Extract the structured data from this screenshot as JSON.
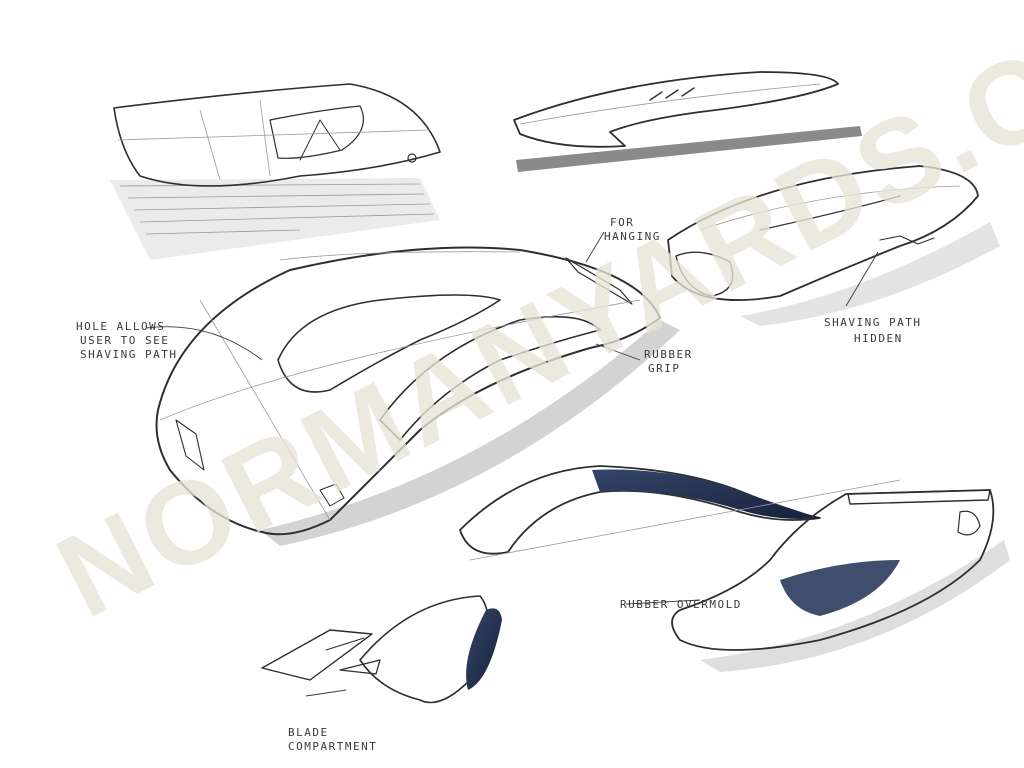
{
  "watermark": "NORMANYARDS.COM",
  "annotations": {
    "for_hanging": [
      "FOR",
      "HANGING"
    ],
    "hole_allows": [
      "HOLE ALLOWS",
      "USER TO SEE",
      "SHAVING PATH"
    ],
    "rubber_grip": [
      "RUBBER",
      "GRIP"
    ],
    "shaving_path_hidden": [
      "SHAVING PATH",
      "HIDDEN"
    ],
    "rubber_overmold": [
      "RUBBER OVERMOLD"
    ],
    "blade_compartment": [
      "BLADE",
      "COMPARTMENT"
    ]
  },
  "colors": {
    "marker_gray": "#b9b9b9",
    "marker_dark": "#7c7c7c",
    "navy_overmold": "#1f2c47",
    "line_ink": "#2e2e2e",
    "watermark": "#e7e4d6"
  }
}
